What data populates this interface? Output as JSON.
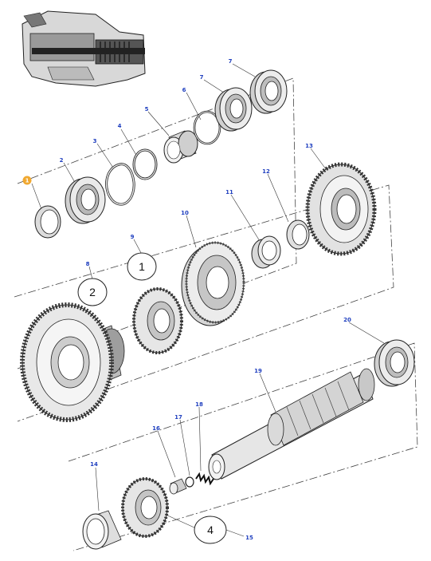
{
  "colors": {
    "callout_text": "#1f3fbf",
    "highlight": "#f0a830",
    "line": "#333333",
    "gear_fill": "#f4f4f4",
    "part_shade": "#cfcfcf"
  },
  "thumbnail": {
    "icon": "transmission-cutaway-icon"
  },
  "callouts": [
    {
      "id": "c1",
      "label": "1",
      "highlighted": true
    },
    {
      "id": "c2",
      "label": "2"
    },
    {
      "id": "c3",
      "label": "3"
    },
    {
      "id": "c4",
      "label": "4"
    },
    {
      "id": "c5",
      "label": "5"
    },
    {
      "id": "c6",
      "label": "6"
    },
    {
      "id": "c7a",
      "label": "7"
    },
    {
      "id": "c7b",
      "label": "7"
    },
    {
      "id": "c8",
      "label": "8"
    },
    {
      "id": "c9",
      "label": "9"
    },
    {
      "id": "c10",
      "label": "10"
    },
    {
      "id": "c11",
      "label": "11"
    },
    {
      "id": "c12",
      "label": "12"
    },
    {
      "id": "c13",
      "label": "13"
    },
    {
      "id": "c14",
      "label": "14"
    },
    {
      "id": "c15",
      "label": "15"
    },
    {
      "id": "c16",
      "label": "16"
    },
    {
      "id": "c17",
      "label": "17"
    },
    {
      "id": "c18",
      "label": "18"
    },
    {
      "id": "c19",
      "label": "19"
    },
    {
      "id": "c20",
      "label": "20"
    }
  ],
  "group_labels": [
    {
      "id": "g1",
      "label": "1"
    },
    {
      "id": "g2",
      "label": "2"
    },
    {
      "id": "g4",
      "label": "4"
    }
  ]
}
